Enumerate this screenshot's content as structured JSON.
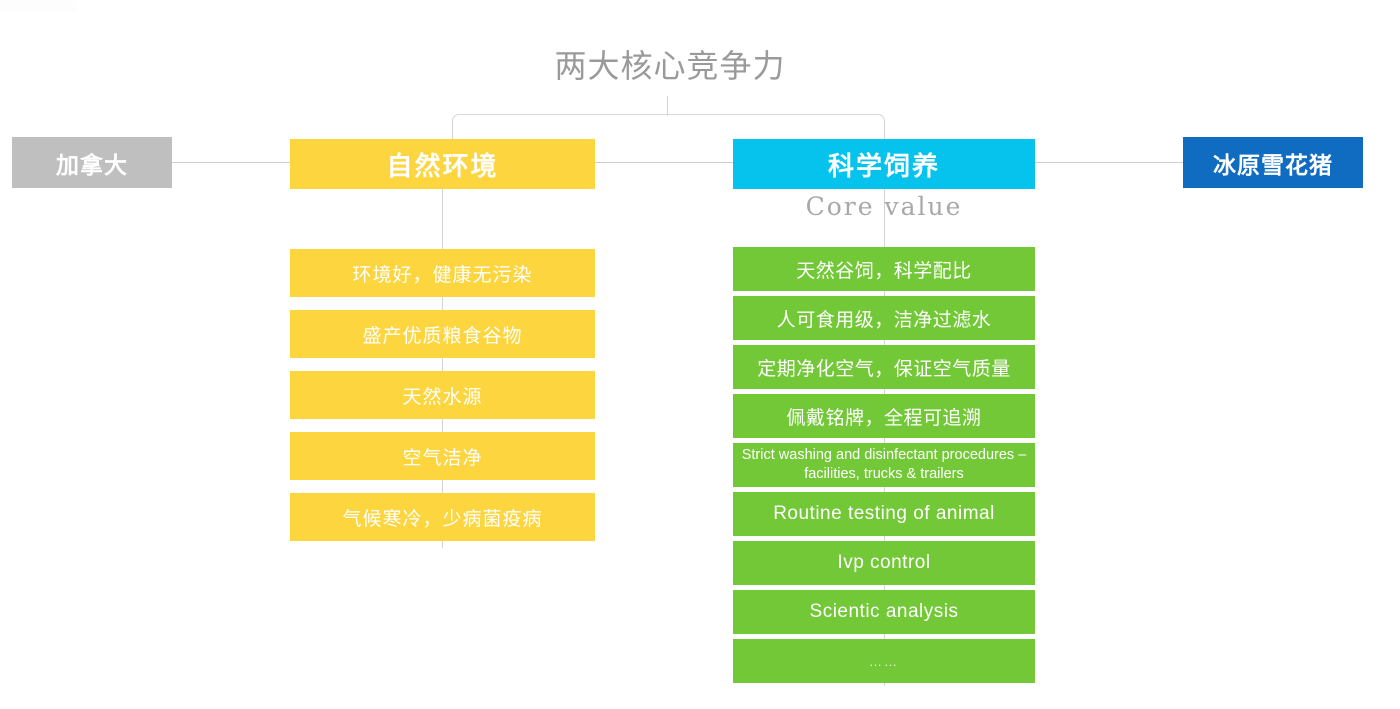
{
  "title": "两大核心竞争力",
  "colors": {
    "yellow": "#fcd53f",
    "cyan": "#06c3ee",
    "green": "#72c837",
    "grey": "#bfbfbf",
    "blue": "#0f6cc0",
    "title_grey": "#9a9a9a",
    "line_grey": "#cfcfcf"
  },
  "headers": {
    "origin": "加拿大",
    "pillar_left": "自然环境",
    "pillar_right": "科学饲养",
    "product": "冰原雪花猪"
  },
  "core_value_caption": "Core value",
  "left_column": {
    "items": [
      {
        "text": "环境好，健康无污染"
      },
      {
        "text": "盛产优质粮食谷物"
      },
      {
        "text": "天然水源"
      },
      {
        "text": "空气洁净"
      },
      {
        "text": "气候寒冷，少病菌疫病"
      }
    ]
  },
  "right_column": {
    "items": [
      {
        "text": "天然谷饲，科学配比",
        "style": "normal"
      },
      {
        "text": "人可食用级，洁净过滤水",
        "style": "normal"
      },
      {
        "text": "定期净化空气，保证空气质量",
        "style": "normal"
      },
      {
        "text": "佩戴铭牌，全程可追溯",
        "style": "normal"
      },
      {
        "text": "Strict washing and disinfectant procedures – facilities, trucks & trailers",
        "style": "small"
      },
      {
        "text": "Routine testing of animal",
        "style": "normal"
      },
      {
        "text": "Ivp control",
        "style": "normal"
      },
      {
        "text": "Scientic analysis",
        "style": "normal"
      },
      {
        "text": "……",
        "style": "dots"
      }
    ]
  }
}
